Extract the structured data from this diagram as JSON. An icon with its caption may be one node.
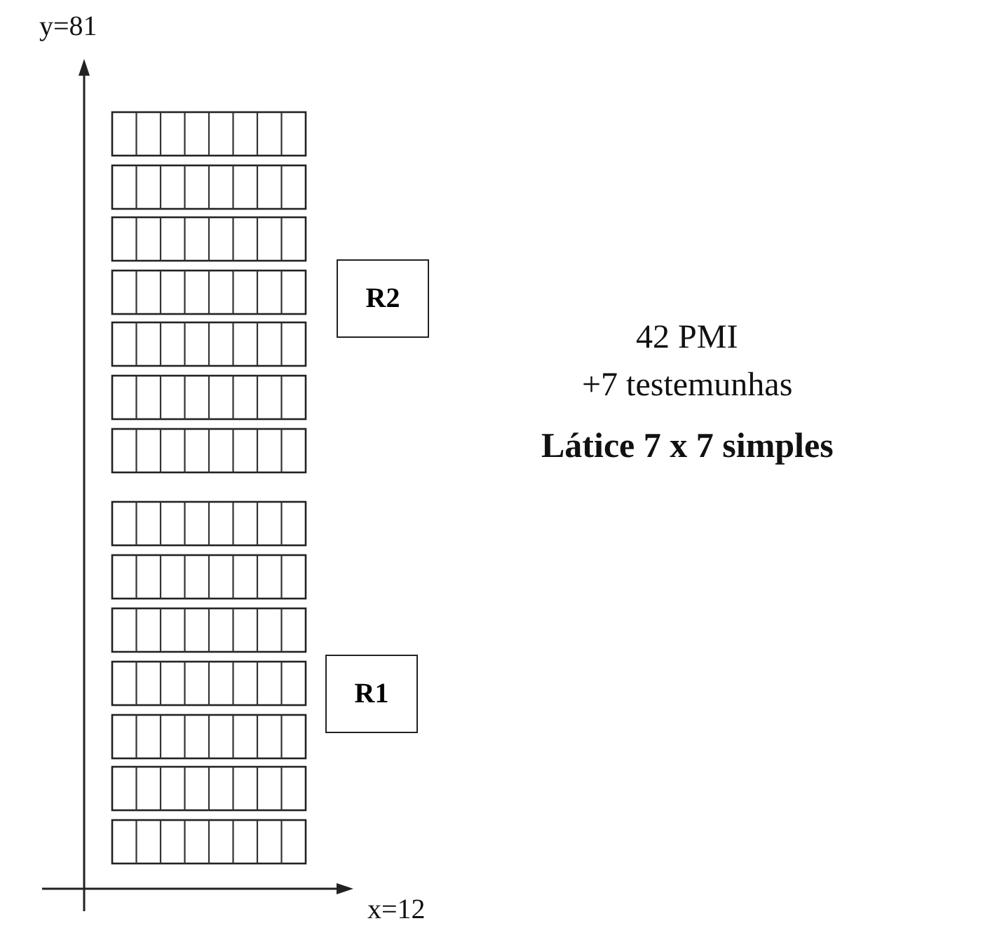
{
  "diagram": {
    "nodes": [
      {
        "text": [
          "R2"
        ]
      },
      {
        "text": [
          "R1"
        ]
      }
    ],
    "labels": [
      "y=81",
      "42 PMI",
      "+7 testemunhas",
      "Látice 7 x 7 simples",
      "x=12"
    ]
  }
}
